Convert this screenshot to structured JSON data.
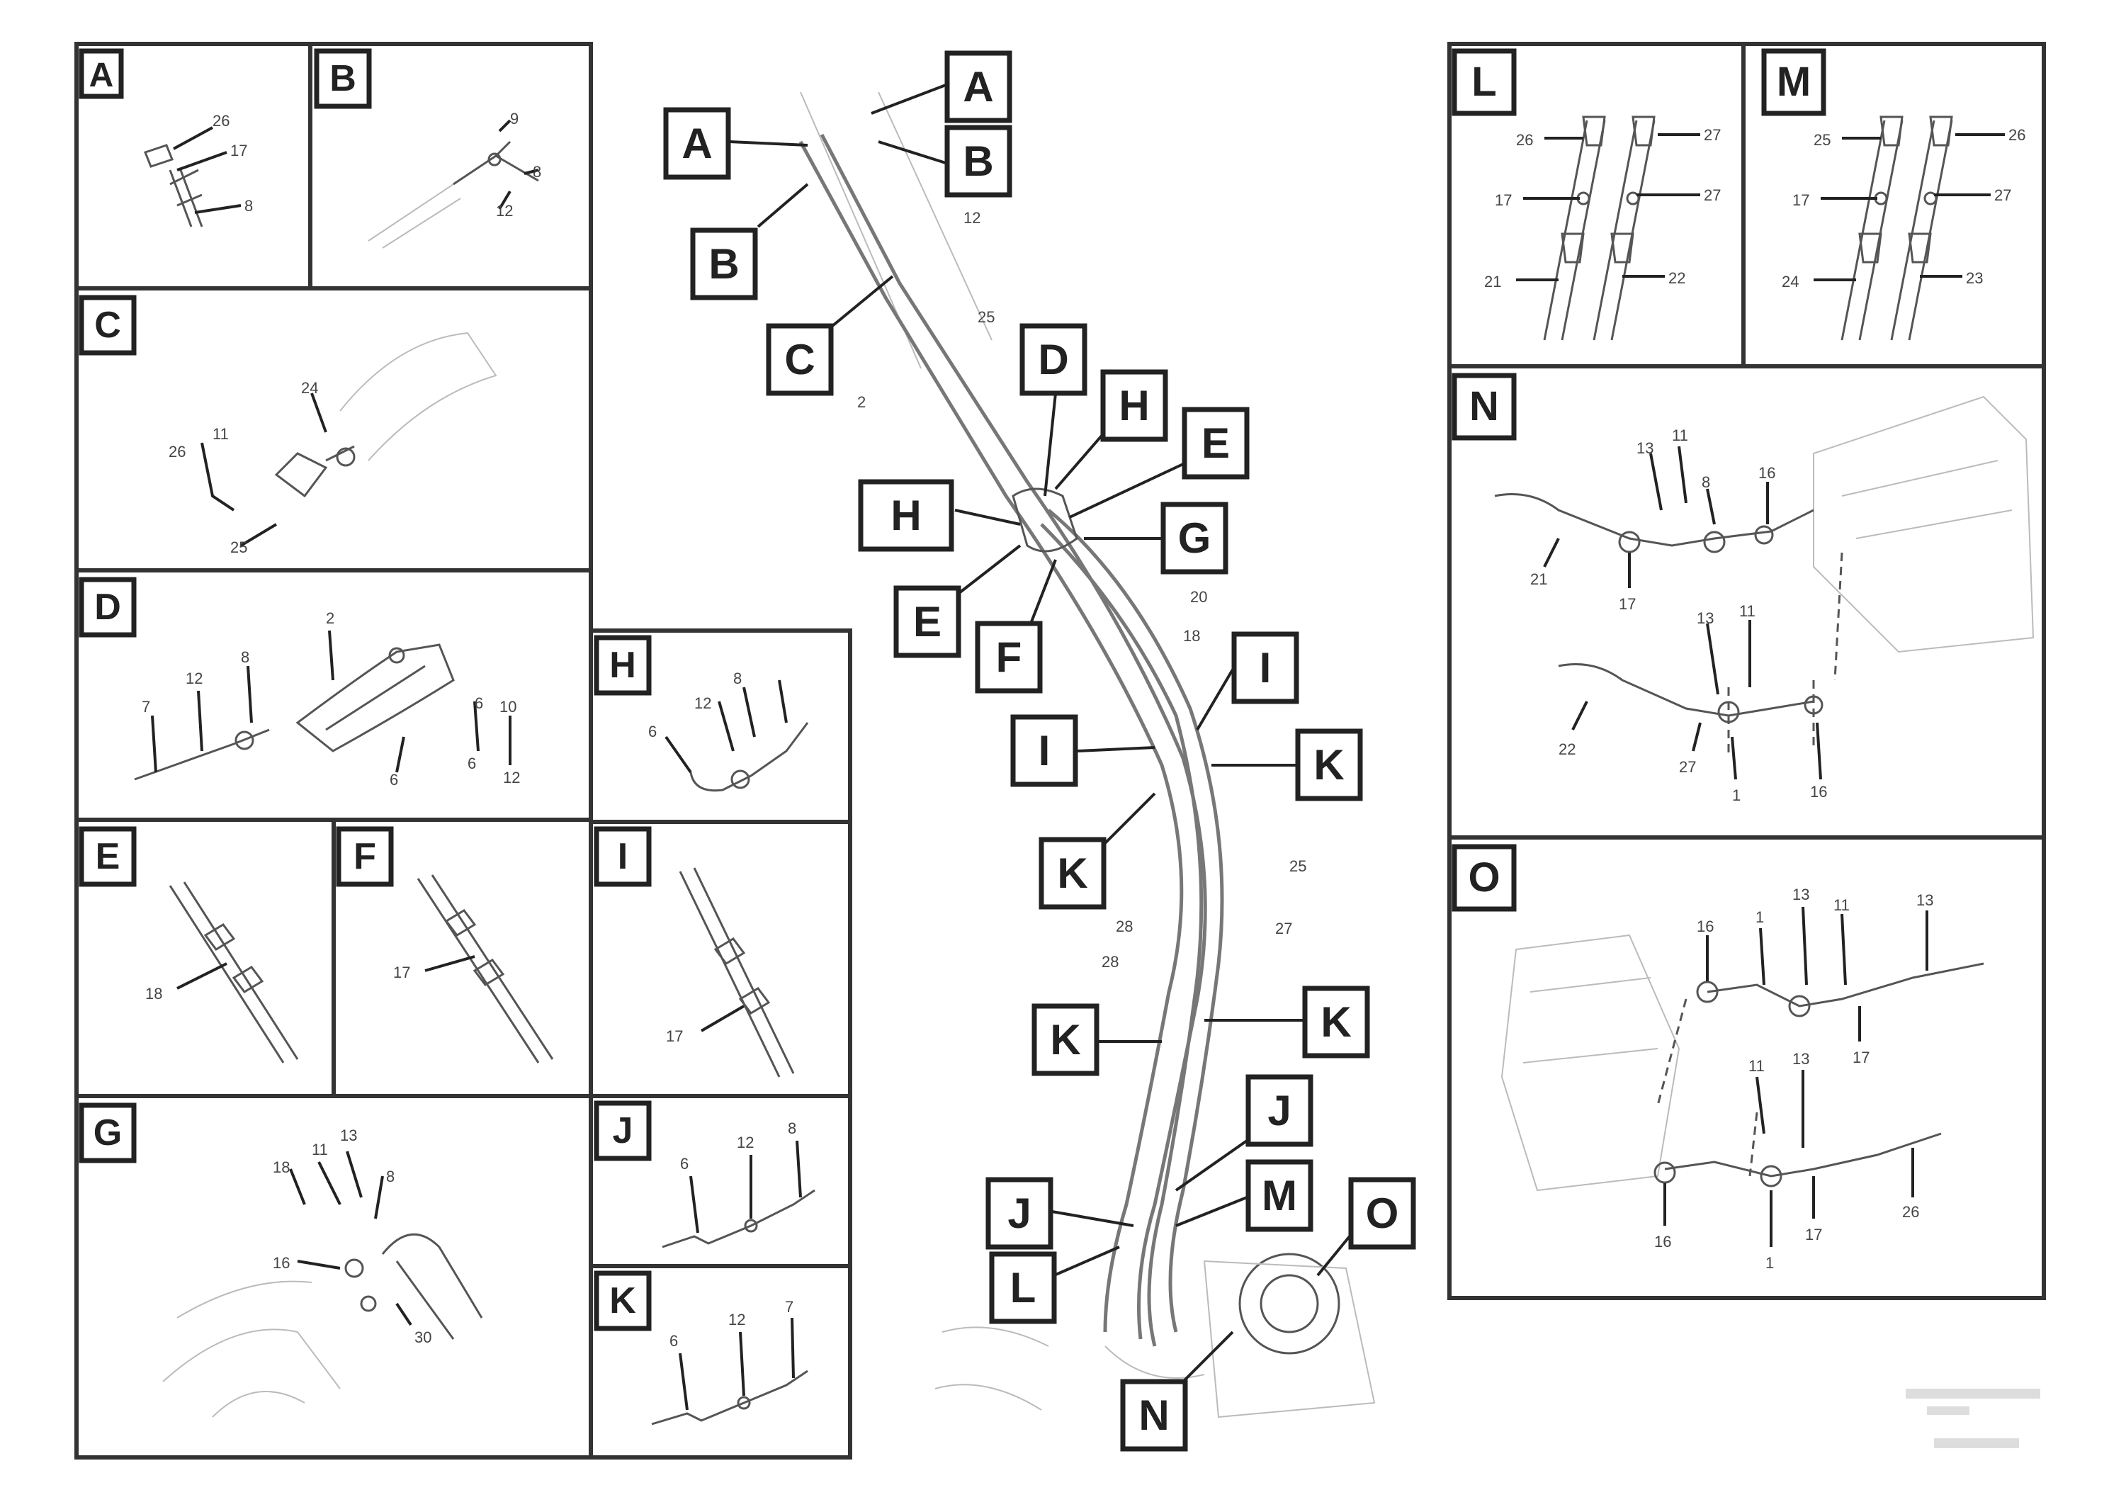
{
  "panels": {
    "A": {
      "label": "A",
      "numbers": [
        "26",
        "17",
        "8"
      ]
    },
    "B": {
      "label": "B",
      "numbers": [
        "8",
        "9",
        "12"
      ]
    },
    "C": {
      "label": "C",
      "numbers": [
        "24",
        "26",
        "11",
        "25"
      ]
    },
    "D": {
      "label": "D",
      "numbers": [
        "7",
        "12",
        "8",
        "2",
        "6",
        "6",
        "10",
        "6",
        "12"
      ]
    },
    "E": {
      "label": "E",
      "numbers": [
        "18"
      ]
    },
    "F": {
      "label": "F",
      "numbers": [
        "17"
      ]
    },
    "G": {
      "label": "G",
      "numbers": [
        "18",
        "11",
        "13",
        "8",
        "16",
        "30"
      ]
    },
    "H": {
      "label": "H",
      "numbers": [
        "12",
        "8",
        "6"
      ]
    },
    "I": {
      "label": "I",
      "numbers": [
        "17"
      ]
    },
    "J": {
      "label": "J",
      "numbers": [
        "6",
        "12",
        "8"
      ]
    },
    "K": {
      "label": "K",
      "numbers": [
        "6",
        "12",
        "7"
      ]
    },
    "L": {
      "label": "L",
      "numbers": [
        "26",
        "27",
        "17",
        "27",
        "21",
        "22"
      ]
    },
    "M": {
      "label": "M",
      "numbers": [
        "25",
        "26",
        "17",
        "27",
        "24",
        "23"
      ]
    },
    "N": {
      "label": "N",
      "numbers": [
        "13",
        "11",
        "8",
        "16",
        "21",
        "17",
        "13",
        "11",
        "22",
        "27",
        "1",
        "16"
      ]
    },
    "O": {
      "label": "O",
      "numbers": [
        "16",
        "1",
        "13",
        "11",
        "13",
        "17",
        "11",
        "13",
        "16",
        "1",
        "17",
        "26"
      ]
    }
  },
  "center": {
    "tags": [
      "A",
      "A",
      "B",
      "B",
      "C",
      "D",
      "H",
      "E",
      "H",
      "G",
      "E",
      "F",
      "I",
      "I",
      "K",
      "K",
      "K",
      "K",
      "J",
      "J",
      "M",
      "O",
      "L",
      "N"
    ],
    "numbers": [
      "12",
      "25",
      "2",
      "20",
      "18",
      "25",
      "28",
      "27",
      "28"
    ]
  },
  "footer": {
    "line1": "",
    "line2": "",
    "line3": ""
  }
}
